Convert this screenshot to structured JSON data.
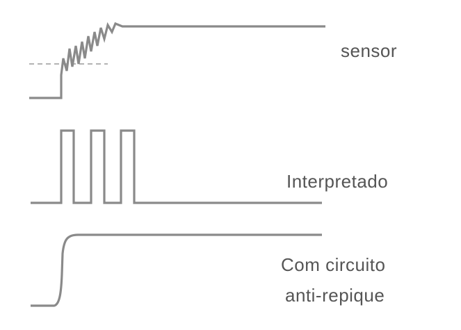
{
  "signals": [
    {
      "id": "sensor",
      "label_lines": [
        "sensor"
      ]
    },
    {
      "id": "interpretado",
      "label_lines": [
        "Interpretado"
      ]
    },
    {
      "id": "anti-repique",
      "label_lines": [
        "Com circuito",
        "anti-repique"
      ]
    }
  ],
  "colors": {
    "waveform": "#8a8a8a",
    "text": "#555555",
    "background": "#ffffff"
  }
}
